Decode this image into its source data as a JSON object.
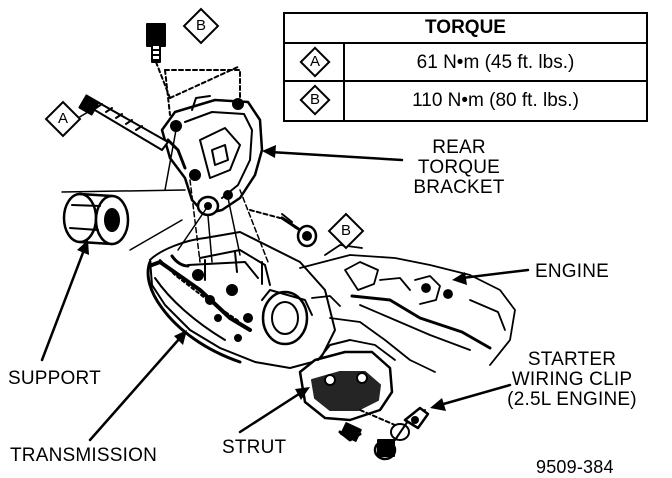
{
  "torque_table": {
    "header": "TORQUE",
    "rows": [
      {
        "symbol": "A",
        "value": "61 N•m (45 ft. lbs.)"
      },
      {
        "symbol": "B",
        "value": "110 N•m (80 ft. lbs.)"
      }
    ]
  },
  "callouts": {
    "bolt_a": "A",
    "bolt_b_top": "B",
    "bolt_b_mid": "B"
  },
  "labels": {
    "rear_torque_bracket": [
      "REAR",
      "TORQUE",
      "BRACKET"
    ],
    "engine": "ENGINE",
    "starter_wiring_clip": [
      "STARTER",
      "WIRING CLIP",
      "(2.5L ENGINE)"
    ],
    "support": "SUPPORT",
    "transmission": "TRANSMISSION",
    "strut": "STRUT"
  },
  "figure_number": "9509-384"
}
